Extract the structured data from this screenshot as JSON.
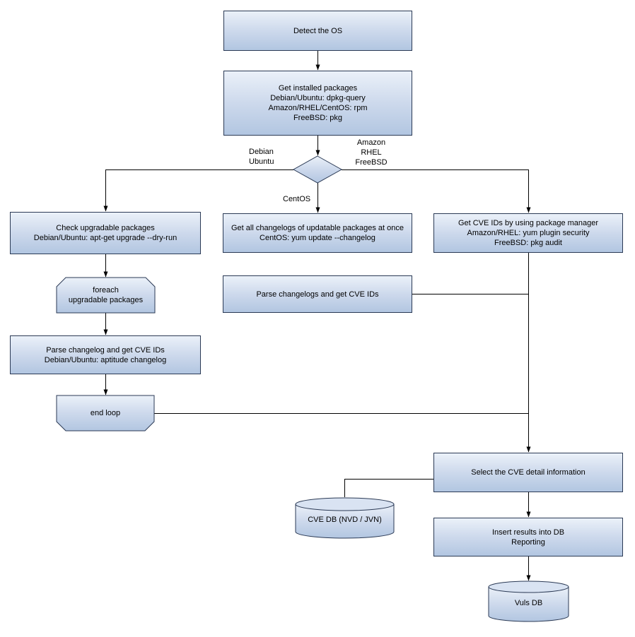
{
  "diagram": {
    "nodes": {
      "detect_os": {
        "label": "Detect the OS"
      },
      "get_installed_packages": {
        "label": "Get installed packages\nDebian/Ubuntu: dpkg-query\nAmazon/RHEL/CentOS: rpm\nFreeBSD: pkg"
      },
      "check_upgradable_packages": {
        "label": "Check upgradable packages\nDebian/Ubuntu: apt-get upgrade --dry-run"
      },
      "get_all_changelogs": {
        "label": "Get all changelogs of updatable packages at once\nCentOS: yum update --changelog"
      },
      "get_cve_ids_package_manager": {
        "label": "Get CVE IDs by using package manager\nAmazon/RHEL: yum plugin security\nFreeBSD: pkg audit"
      },
      "foreach_loop": {
        "label": "foreach\nupgradable packages"
      },
      "parse_changelogs_bulk": {
        "label": "Parse changelogs and get CVE IDs"
      },
      "parse_changelog_each": {
        "label": "Parse changelog and get CVE IDs\nDebian/Ubuntu: aptitude changelog"
      },
      "end_loop": {
        "label": "end loop"
      },
      "select_cve_detail": {
        "label": "Select the CVE detail information"
      },
      "cve_db": {
        "label": "CVE DB (NVD / JVN)"
      },
      "insert_results": {
        "label": "Insert results into DB\nReporting"
      },
      "vuls_db": {
        "label": "Vuls DB"
      }
    },
    "branch_labels": {
      "debian_ubuntu": "Debian\nUbuntu",
      "amazon_rhel_freebsd": "Amazon\nRHEL\nFreeBSD",
      "centos": "CentOS"
    },
    "colors": {
      "node_fill_top": "#ebf1f9",
      "node_fill_bottom": "#b2c6e1",
      "node_border": "#2b3a55",
      "connector": "#000000",
      "text": "#000000",
      "background": "#ffffff"
    }
  }
}
